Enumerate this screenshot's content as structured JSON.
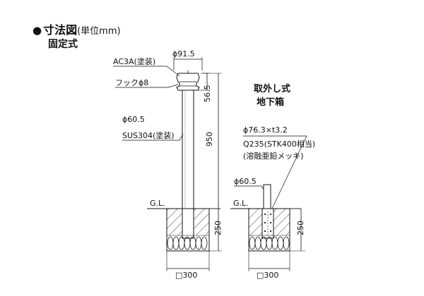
{
  "header": {
    "bullet": "●",
    "title": "寸法図",
    "unit": "(単位mm)",
    "subtitle": "固定式"
  },
  "fixed_type": {
    "cap_material": "AC3A(塗装)",
    "cap_diameter": "ϕ91.5",
    "hook": "フックϕ8",
    "pole_diameter": "ϕ60.5",
    "pole_material": "SUS304(塗装)",
    "dim_top": "56.5",
    "dim_height": "950",
    "ground_label": "G.L.",
    "dim_depth": "250",
    "dim_width": "□300"
  },
  "removable_type": {
    "title_line1": "取外し式",
    "title_line2": "地下箱",
    "sleeve_spec": "ϕ76.3×t3.2",
    "sleeve_material": "Q235(STK400相当)",
    "sleeve_finish": "(溶融亜鉛メッキ)",
    "pole_diameter": "ϕ60.5",
    "ground_label": "G.L.",
    "dim_depth": "250",
    "dim_width": "□300"
  }
}
